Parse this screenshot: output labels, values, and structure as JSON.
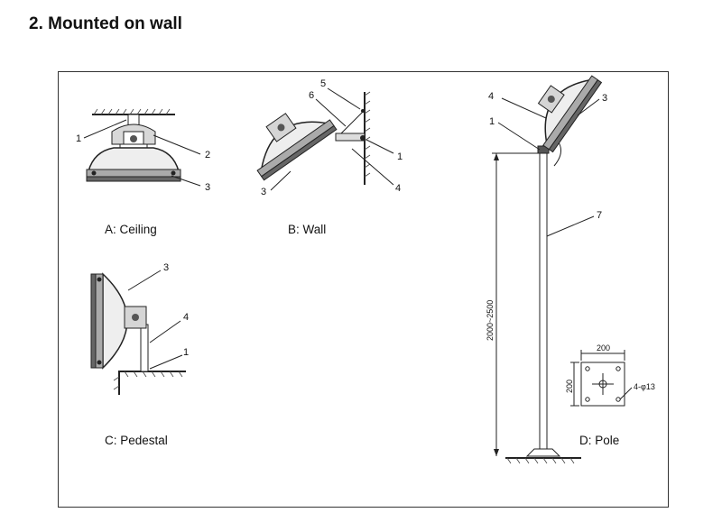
{
  "page": {
    "title": "2. Mounted on wall"
  },
  "panels": {
    "ceiling": {
      "caption": "A: Ceiling",
      "callouts": [
        "1",
        "2",
        "3"
      ]
    },
    "wall": {
      "caption": "B: Wall",
      "callouts": [
        "5",
        "6",
        "1",
        "4",
        "3"
      ]
    },
    "pedestal": {
      "caption": "C: Pedestal",
      "callouts": [
        "3",
        "4",
        "1"
      ]
    },
    "pole": {
      "caption": "D: Pole",
      "callouts": [
        "4",
        "3",
        "1",
        "7"
      ],
      "height_dim": "2000~2500",
      "base_width": "200",
      "base_height": "200",
      "hole_note": "4-φ13"
    }
  }
}
